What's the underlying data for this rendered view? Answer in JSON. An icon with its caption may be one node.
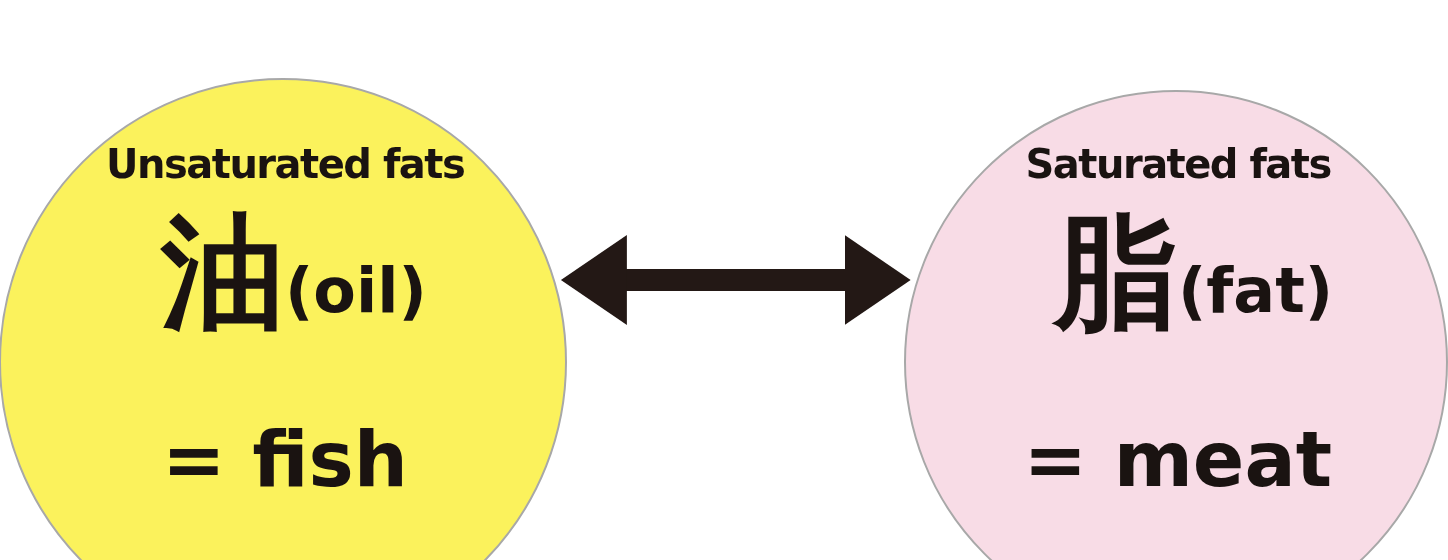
{
  "diagram": {
    "nodes": [
      {
        "text": [
          "Unsaturated fats",
          "油",
          "(oil)",
          "= fish"
        ]
      },
      {
        "text": [
          "Saturated fats",
          "脂",
          "(fat)",
          "= meat"
        ]
      }
    ],
    "edges": [
      {
        "from": 0,
        "to": 1,
        "arrow": "both"
      }
    ]
  }
}
